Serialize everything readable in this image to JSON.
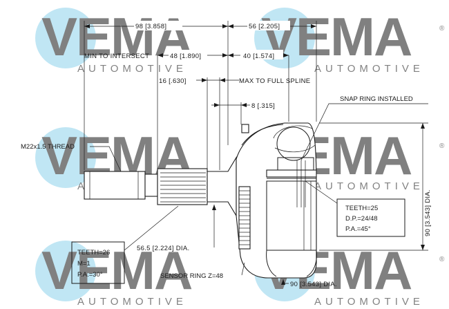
{
  "watermark": {
    "brand": "VEMA",
    "sub": "AUTOMOTIVE",
    "registered": "®",
    "color": "#8ed3ec"
  },
  "dimensions": {
    "overall_left": "98 [3.858]",
    "overall_right": "56 [2.205]",
    "min_to_intersect_label": "MIN TO INTERSECT",
    "min_to_intersect_value": "48 [1.890]",
    "dim_40": "40 [1.574]",
    "dim_16": "16 [.630]",
    "max_to_full_spline": "MAX TO FULL SPLINE",
    "dim_8": "8 [.315]",
    "dia_90_vertical": "90 [3.543] DIA.",
    "dia_56": "56.5 [2.224] DIA.",
    "dia_90_bottom": "90 [3.543] DIA."
  },
  "labels": {
    "snap_ring": "SNAP RING INSTALLED",
    "thread": "M22x1.5 THREAD",
    "sensor_ring": "SENSOR RING Z=48"
  },
  "spec_boxes": {
    "inner": {
      "teeth": "TEETH=25",
      "dp": "D.P.=24/48",
      "pa": "P.A.=45°"
    },
    "outer": {
      "teeth": "TEETH=26",
      "m": "M=1",
      "pa": "P.A.=30°"
    }
  }
}
